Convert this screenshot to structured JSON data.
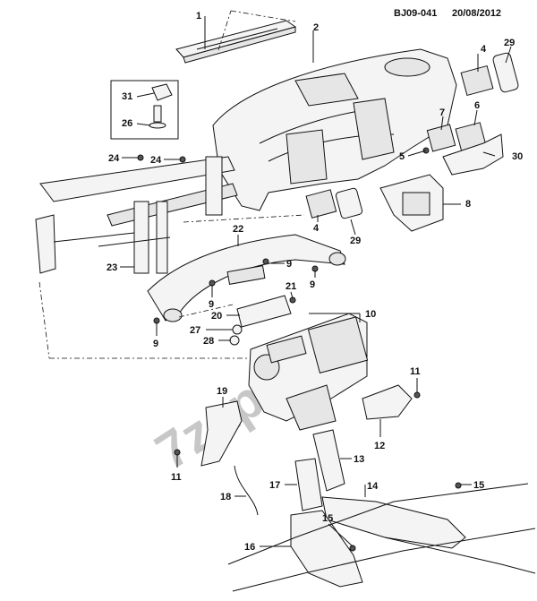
{
  "header": {
    "code": "BJ09-041",
    "date": "20/08/2012"
  },
  "watermark": "7zap.com",
  "callouts": [
    {
      "id": "c1",
      "label": "1"
    },
    {
      "id": "c2",
      "label": "2"
    },
    {
      "id": "c4a",
      "label": "4"
    },
    {
      "id": "c29a",
      "label": "29"
    },
    {
      "id": "c31",
      "label": "31"
    },
    {
      "id": "c26",
      "label": "26"
    },
    {
      "id": "c7",
      "label": "7"
    },
    {
      "id": "c6",
      "label": "6"
    },
    {
      "id": "c5",
      "label": "5"
    },
    {
      "id": "c30",
      "label": "30"
    },
    {
      "id": "c24a",
      "label": "24"
    },
    {
      "id": "c24b",
      "label": "24"
    },
    {
      "id": "c8",
      "label": "8"
    },
    {
      "id": "c4b",
      "label": "4"
    },
    {
      "id": "c29b",
      "label": "29"
    },
    {
      "id": "c22",
      "label": "22"
    },
    {
      "id": "c23",
      "label": "23"
    },
    {
      "id": "c9a",
      "label": "9"
    },
    {
      "id": "c9b",
      "label": "9"
    },
    {
      "id": "c9c",
      "label": "9"
    },
    {
      "id": "c9d",
      "label": "9"
    },
    {
      "id": "c21",
      "label": "21"
    },
    {
      "id": "c10",
      "label": "10"
    },
    {
      "id": "c20",
      "label": "20"
    },
    {
      "id": "c27",
      "label": "27"
    },
    {
      "id": "c28",
      "label": "28"
    },
    {
      "id": "c11a",
      "label": "11"
    },
    {
      "id": "c19",
      "label": "19"
    },
    {
      "id": "c12",
      "label": "12"
    },
    {
      "id": "c11b",
      "label": "11"
    },
    {
      "id": "c13",
      "label": "13"
    },
    {
      "id": "c17",
      "label": "17"
    },
    {
      "id": "c14",
      "label": "14"
    },
    {
      "id": "c15a",
      "label": "15"
    },
    {
      "id": "c18",
      "label": "18"
    },
    {
      "id": "c15b",
      "label": "15"
    },
    {
      "id": "c16",
      "label": "16"
    }
  ]
}
